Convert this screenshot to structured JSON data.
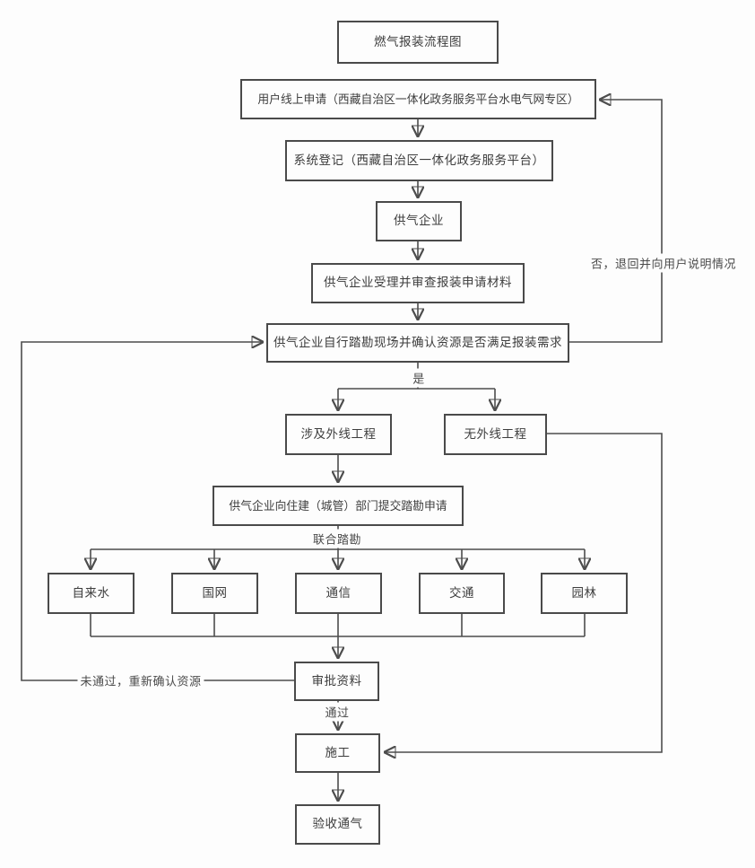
{
  "diagram": {
    "title": "燃气报装流程图"
  },
  "nodes": {
    "title_box": {
      "label": "燃气报装流程图"
    },
    "user_apply": {
      "label": "用户线上申请（西藏自治区一体化政务服务平台水电气网专区）"
    },
    "system_register": {
      "label": "系统登记（西藏自治区一体化政务服务平台）"
    },
    "gas_company": {
      "label": "供气企业"
    },
    "accept_review": {
      "label": "供气企业受理并审查报装申请材料"
    },
    "site_survey": {
      "label": "供气企业自行踏勘现场并确认资源是否满足报装需求"
    },
    "external_works": {
      "label": "涉及外线工程"
    },
    "no_external_works": {
      "label": "无外线工程"
    },
    "submit_survey": {
      "label": "供气企业向住建（城管）部门提交踏勘申请"
    },
    "water": {
      "label": "自来水"
    },
    "state_grid": {
      "label": "国网"
    },
    "telecom": {
      "label": "通信"
    },
    "traffic": {
      "label": "交通"
    },
    "garden": {
      "label": "园林"
    },
    "approval": {
      "label": "审批资料"
    },
    "construction": {
      "label": "施工"
    },
    "acceptance": {
      "label": "验收通气"
    }
  },
  "edge_labels": {
    "yes": "是",
    "no_return": "否，退回并向用户说明情况",
    "joint_survey": "联合踏勘",
    "pass": "通过",
    "fail_reconfirm": "未通过，重新确认资源"
  },
  "colors": {
    "line": "#4d4d4d",
    "box_border": "#4a4a4a",
    "text": "#3d3d3d",
    "background": "#fdfdfd"
  }
}
